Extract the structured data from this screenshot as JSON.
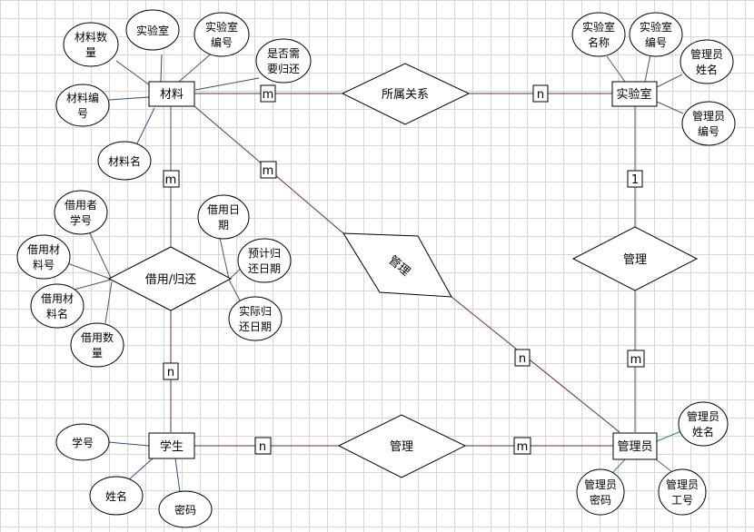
{
  "entities": [
    {
      "id": "cailiao",
      "label": "材料"
    },
    {
      "id": "shiyanshi",
      "label": "实验室"
    },
    {
      "id": "xuesheng",
      "label": "学生"
    },
    {
      "id": "guanliyuan",
      "label": "管理员"
    }
  ],
  "relationships": [
    {
      "id": "suoshu",
      "label": "所属关系"
    },
    {
      "id": "jieyong",
      "label": "借用/归还"
    },
    {
      "id": "guanli_lab",
      "label": "管理"
    },
    {
      "id": "guanli_mat",
      "label": "管理"
    },
    {
      "id": "guanli_stu",
      "label": "管理"
    }
  ],
  "attributes": [
    {
      "id": "a1",
      "lines": [
        "实验室"
      ]
    },
    {
      "id": "a2",
      "lines": [
        "材料数",
        "量"
      ]
    },
    {
      "id": "a3",
      "lines": [
        "实验室",
        "编号"
      ]
    },
    {
      "id": "a4",
      "lines": [
        "是否需",
        "要归还"
      ]
    },
    {
      "id": "a5",
      "lines": [
        "材料编",
        "号"
      ]
    },
    {
      "id": "a6",
      "lines": [
        "材料名"
      ]
    },
    {
      "id": "a7",
      "lines": [
        "实验室",
        "名称"
      ]
    },
    {
      "id": "a8",
      "lines": [
        "实验室",
        "编号"
      ]
    },
    {
      "id": "a9",
      "lines": [
        "管理员",
        "姓名"
      ]
    },
    {
      "id": "a10",
      "lines": [
        "管理员",
        "编号"
      ]
    },
    {
      "id": "a11",
      "lines": [
        "借用者",
        "学号"
      ]
    },
    {
      "id": "a12",
      "lines": [
        "借用日",
        "期"
      ]
    },
    {
      "id": "a13",
      "lines": [
        "借用材",
        "料号"
      ]
    },
    {
      "id": "a14",
      "lines": [
        "预计归",
        "还日期"
      ]
    },
    {
      "id": "a15",
      "lines": [
        "借用材",
        "料名"
      ]
    },
    {
      "id": "a16",
      "lines": [
        "实际归",
        "还日期"
      ]
    },
    {
      "id": "a17",
      "lines": [
        "借用数",
        "量"
      ]
    },
    {
      "id": "a18",
      "lines": [
        "学号"
      ]
    },
    {
      "id": "a19",
      "lines": [
        "姓名"
      ]
    },
    {
      "id": "a20",
      "lines": [
        "密码"
      ]
    },
    {
      "id": "a21",
      "lines": [
        "管理员",
        "姓名"
      ]
    },
    {
      "id": "a22",
      "lines": [
        "管理员",
        "密码"
      ]
    },
    {
      "id": "a23",
      "lines": [
        "管理员",
        "工号"
      ]
    }
  ],
  "cardinalities": [
    {
      "id": "c1",
      "label": "m"
    },
    {
      "id": "c2",
      "label": "n"
    },
    {
      "id": "c3",
      "label": "m"
    },
    {
      "id": "c4",
      "label": "m"
    },
    {
      "id": "c5",
      "label": "n"
    },
    {
      "id": "c6",
      "label": "n"
    },
    {
      "id": "c7",
      "label": "1"
    },
    {
      "id": "c8",
      "label": "m"
    },
    {
      "id": "c9",
      "label": "n"
    },
    {
      "id": "c10",
      "label": "m"
    }
  ]
}
